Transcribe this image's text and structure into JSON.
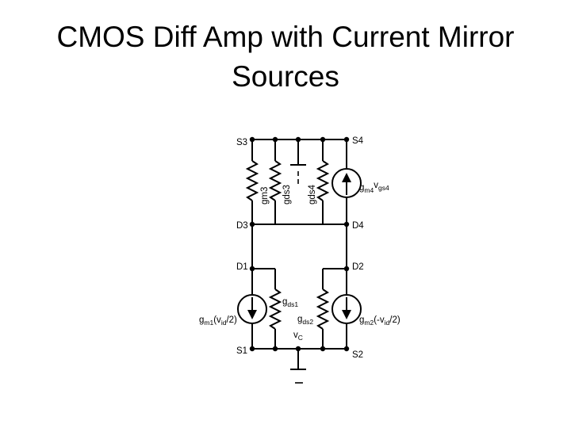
{
  "slide": {
    "title_line1": "CMOS Diff Amp with Current Mirror",
    "title_line2": "Sources"
  },
  "circuit": {
    "nodes": {
      "s3": "S3",
      "s4": "S4",
      "d3": "D3",
      "d4": "D4",
      "d1": "D1",
      "d2": "D2",
      "s1": "S1",
      "s2": "S2"
    },
    "labels": {
      "gm3": "gm3",
      "gds3": "gds3",
      "gds4": "gds4",
      "gm4": {
        "main": "g",
        "sub": "m4",
        "main2": "v",
        "sub2": "gs4"
      },
      "gds1": {
        "main": "g",
        "sub": "ds1"
      },
      "gds2": {
        "main": "g",
        "sub": "ds2"
      },
      "vc": {
        "main": "v",
        "sub": "C"
      },
      "gm1": {
        "main": "g",
        "sub": "m1",
        "main2": "(v",
        "sub2": "id",
        "tail": "/2)"
      },
      "gm2": {
        "main": "g",
        "sub": "m2",
        "main2": "(-v",
        "sub2": "id",
        "tail": "/2)"
      }
    }
  }
}
